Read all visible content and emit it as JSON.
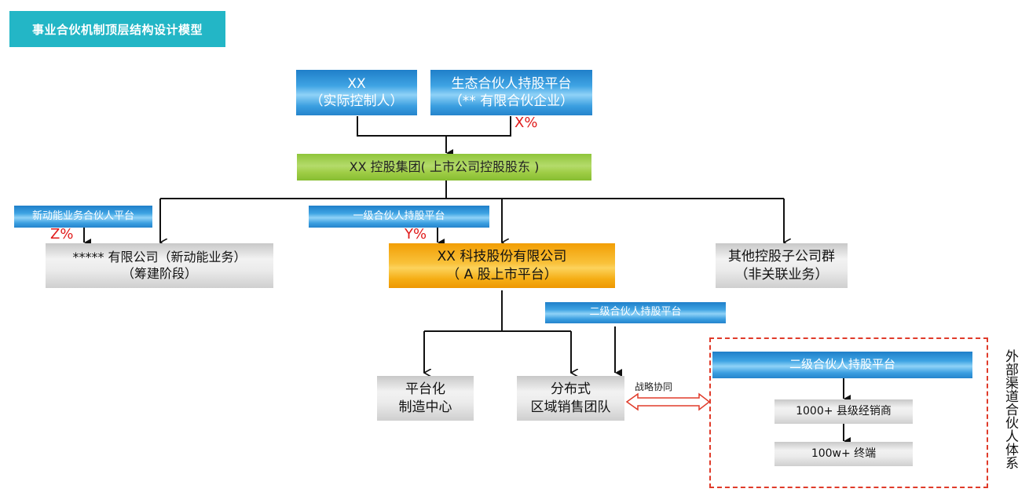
{
  "title": "事业合伙机制顶层结构设计模型",
  "top": {
    "controller": {
      "line1": "XX",
      "line2": "（实际控制人）"
    },
    "eco_platform": {
      "line1": "生态合伙人持股平台",
      "line2": "（** 有限合伙企业）"
    },
    "eco_pct": "X%"
  },
  "group": {
    "label": "XX 控股集团( 上市公司控股股东 )"
  },
  "subsidiaries": {
    "new_energy_platform": {
      "label": "新动能业务合伙人平台",
      "pct": "Z%"
    },
    "new_energy_company": {
      "line1": "***** 有限公司（新动能业务）",
      "line2": "（筹建阶段）"
    },
    "level1_platform": {
      "label": "一级合伙人持股平台",
      "pct": "Y%"
    },
    "listed_company": {
      "line1": "XX 科技股份有限公司",
      "line2": "（ A 股上市平台）"
    },
    "other_group": {
      "line1": "其他控股子公司群",
      "line2": "（非关联业务）"
    }
  },
  "operations": {
    "level2_platform": {
      "label": "二级合伙人持股平台"
    },
    "manufacturing": {
      "line1": "平台化",
      "line2": "制造中心"
    },
    "sales_team": {
      "line1": "分布式",
      "line2": "区域销售团队"
    },
    "synergy_label": "战略协同"
  },
  "external": {
    "platform": {
      "label": "二级合伙人持股平台"
    },
    "dealers": {
      "label": "1000+ 县级经销商"
    },
    "terminals": {
      "label": "100w+ 终端"
    },
    "side_label": "外部渠道合伙人体系"
  },
  "colors": {
    "title_bg": "#23b6c6",
    "blue": "#2d8fd6",
    "green": "#9fcd46",
    "orange": "#f5ad14",
    "gray": "#e0e0e0",
    "accent_red": "#e01b1b"
  }
}
